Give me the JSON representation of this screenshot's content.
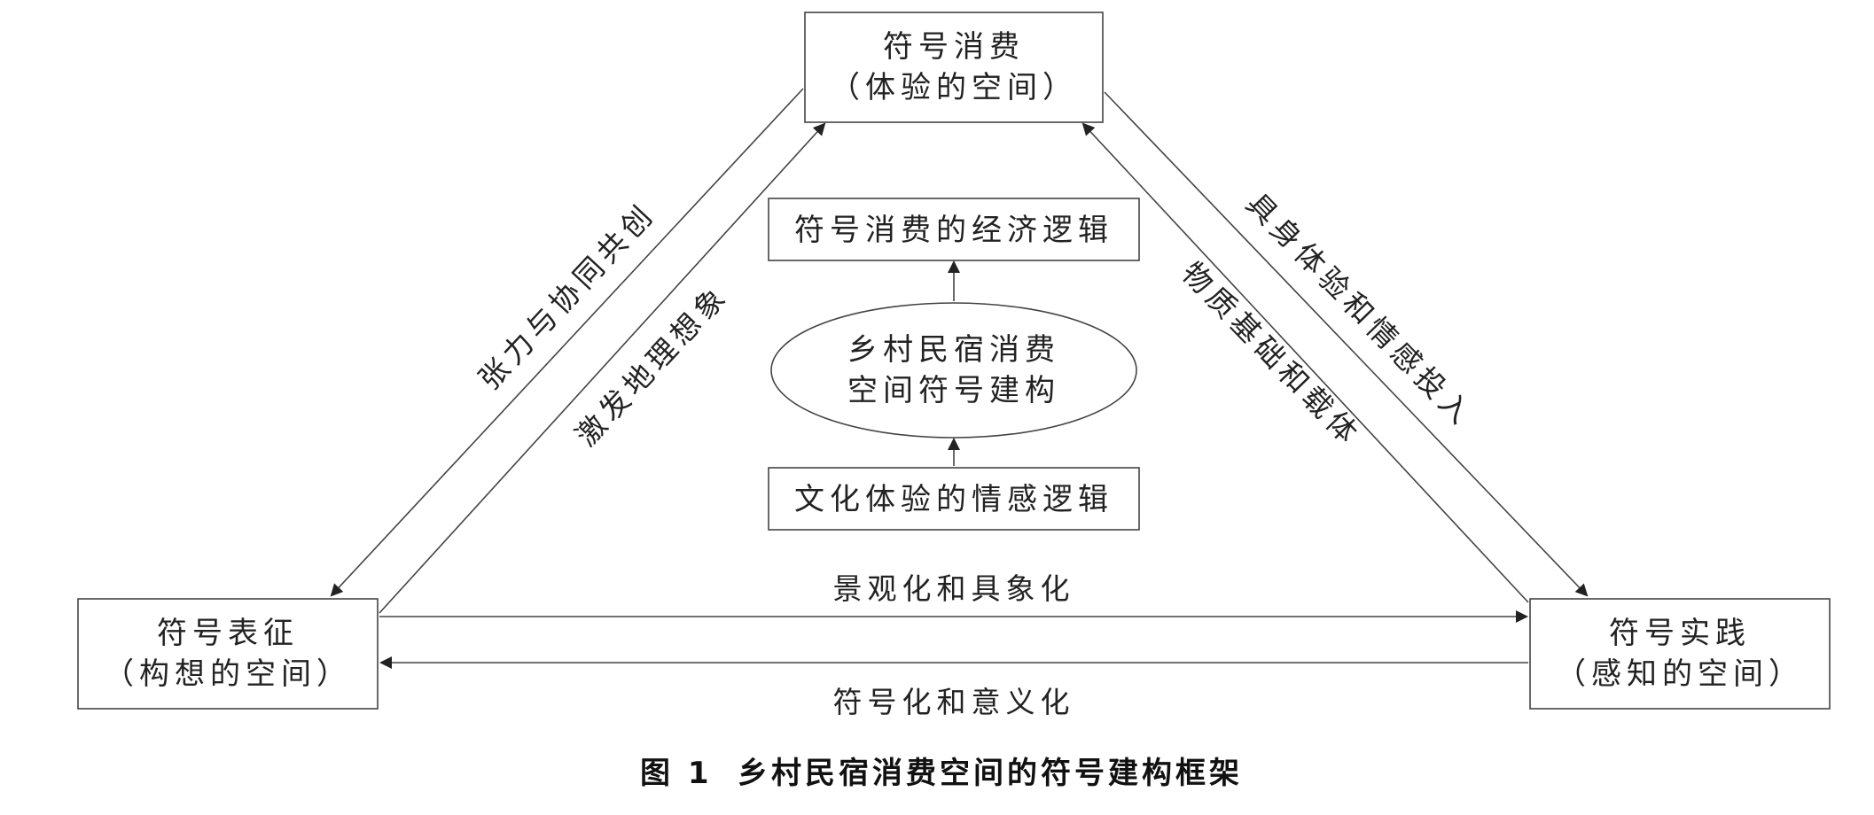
{
  "nodes": {
    "top": {
      "line1": "符号消费",
      "line2": "（体验的空间）"
    },
    "left": {
      "line1": "符号表征",
      "line2": "（构想的空间）"
    },
    "right": {
      "line1": "符号实践",
      "line2": "（感知的空间）"
    },
    "center_top": {
      "label": "符号消费的经济逻辑"
    },
    "center_ellipse": {
      "line1": "乡村民宿消费",
      "line2": "空间符号建构"
    },
    "center_bottom": {
      "label": "文化体验的情感逻辑"
    }
  },
  "edges": {
    "top_to_left": "张力与协同共创",
    "left_to_top": "激发地理想象",
    "top_to_right": "具身体验和情感投入",
    "right_to_top": "物质基础和载体",
    "left_to_right": "景观化和具象化",
    "right_to_left": "符号化和意义化"
  },
  "caption": {
    "figure_no": "图 1",
    "title": "乡村民宿消费空间的符号建构框架"
  }
}
